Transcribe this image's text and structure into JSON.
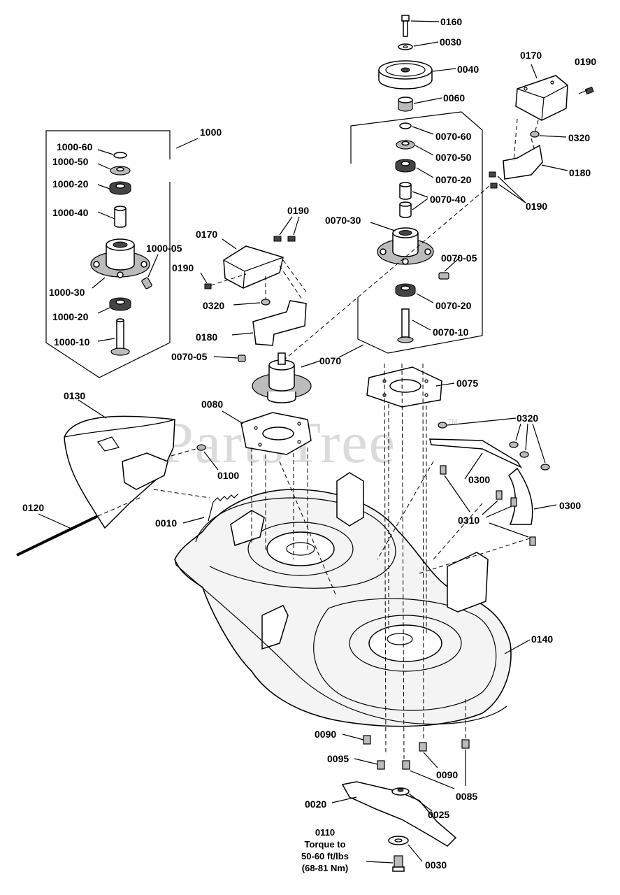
{
  "watermark": {
    "text": "PartsTree",
    "tm": "TM"
  },
  "labels": {
    "p0160": "0160",
    "p0030_top": "0030",
    "p0040": "0040",
    "p0060": "0060",
    "p0070_60": "0070-60",
    "p0070_50": "0070-50",
    "p0070_20_top": "0070-20",
    "p0070_40": "0070-40",
    "p0070_30": "0070-30",
    "p0070_05_right": "0070-05",
    "p0070_20_bot": "0070-20",
    "p0070_10": "0070-10",
    "p0070": "0070",
    "p0075": "0075",
    "p0170_right": "0170",
    "p0190_right_top": "0190",
    "p0320_right": "0320",
    "p0180_right": "0180",
    "p0190_right_bot": "0190",
    "p1000": "1000",
    "p1000_60": "1000-60",
    "p1000_50": "1000-50",
    "p1000_20_top": "1000-20",
    "p1000_40": "1000-40",
    "p1000_05": "1000-05",
    "p1000_30": "1000-30",
    "p1000_20_bot": "1000-20",
    "p1000_10": "1000-10",
    "p0190_mid_top": "0190",
    "p0170_mid": "0170",
    "p0190_mid_left": "0190",
    "p0320_mid": "0320",
    "p0180_mid": "0180",
    "p0070_05_mid": "0070-05",
    "p0080": "0080",
    "p0130": "0130",
    "p0100": "0100",
    "p0120": "0120",
    "p0010": "0010",
    "p0320_deck": "0320",
    "p0300_a": "0300",
    "p0300_b": "0300",
    "p0310": "0310",
    "p0140": "0140",
    "p0090_a": "0090",
    "p0095": "0095",
    "p0090_b": "0090",
    "p0085": "0085",
    "p0020": "0020",
    "p0025": "0025",
    "p0110": "0110",
    "p0030_bot": "0030"
  },
  "torque_note": {
    "line1": "Torque to",
    "line2": "50-60 ft/lbs",
    "line3": "(68-81 Nm)"
  }
}
